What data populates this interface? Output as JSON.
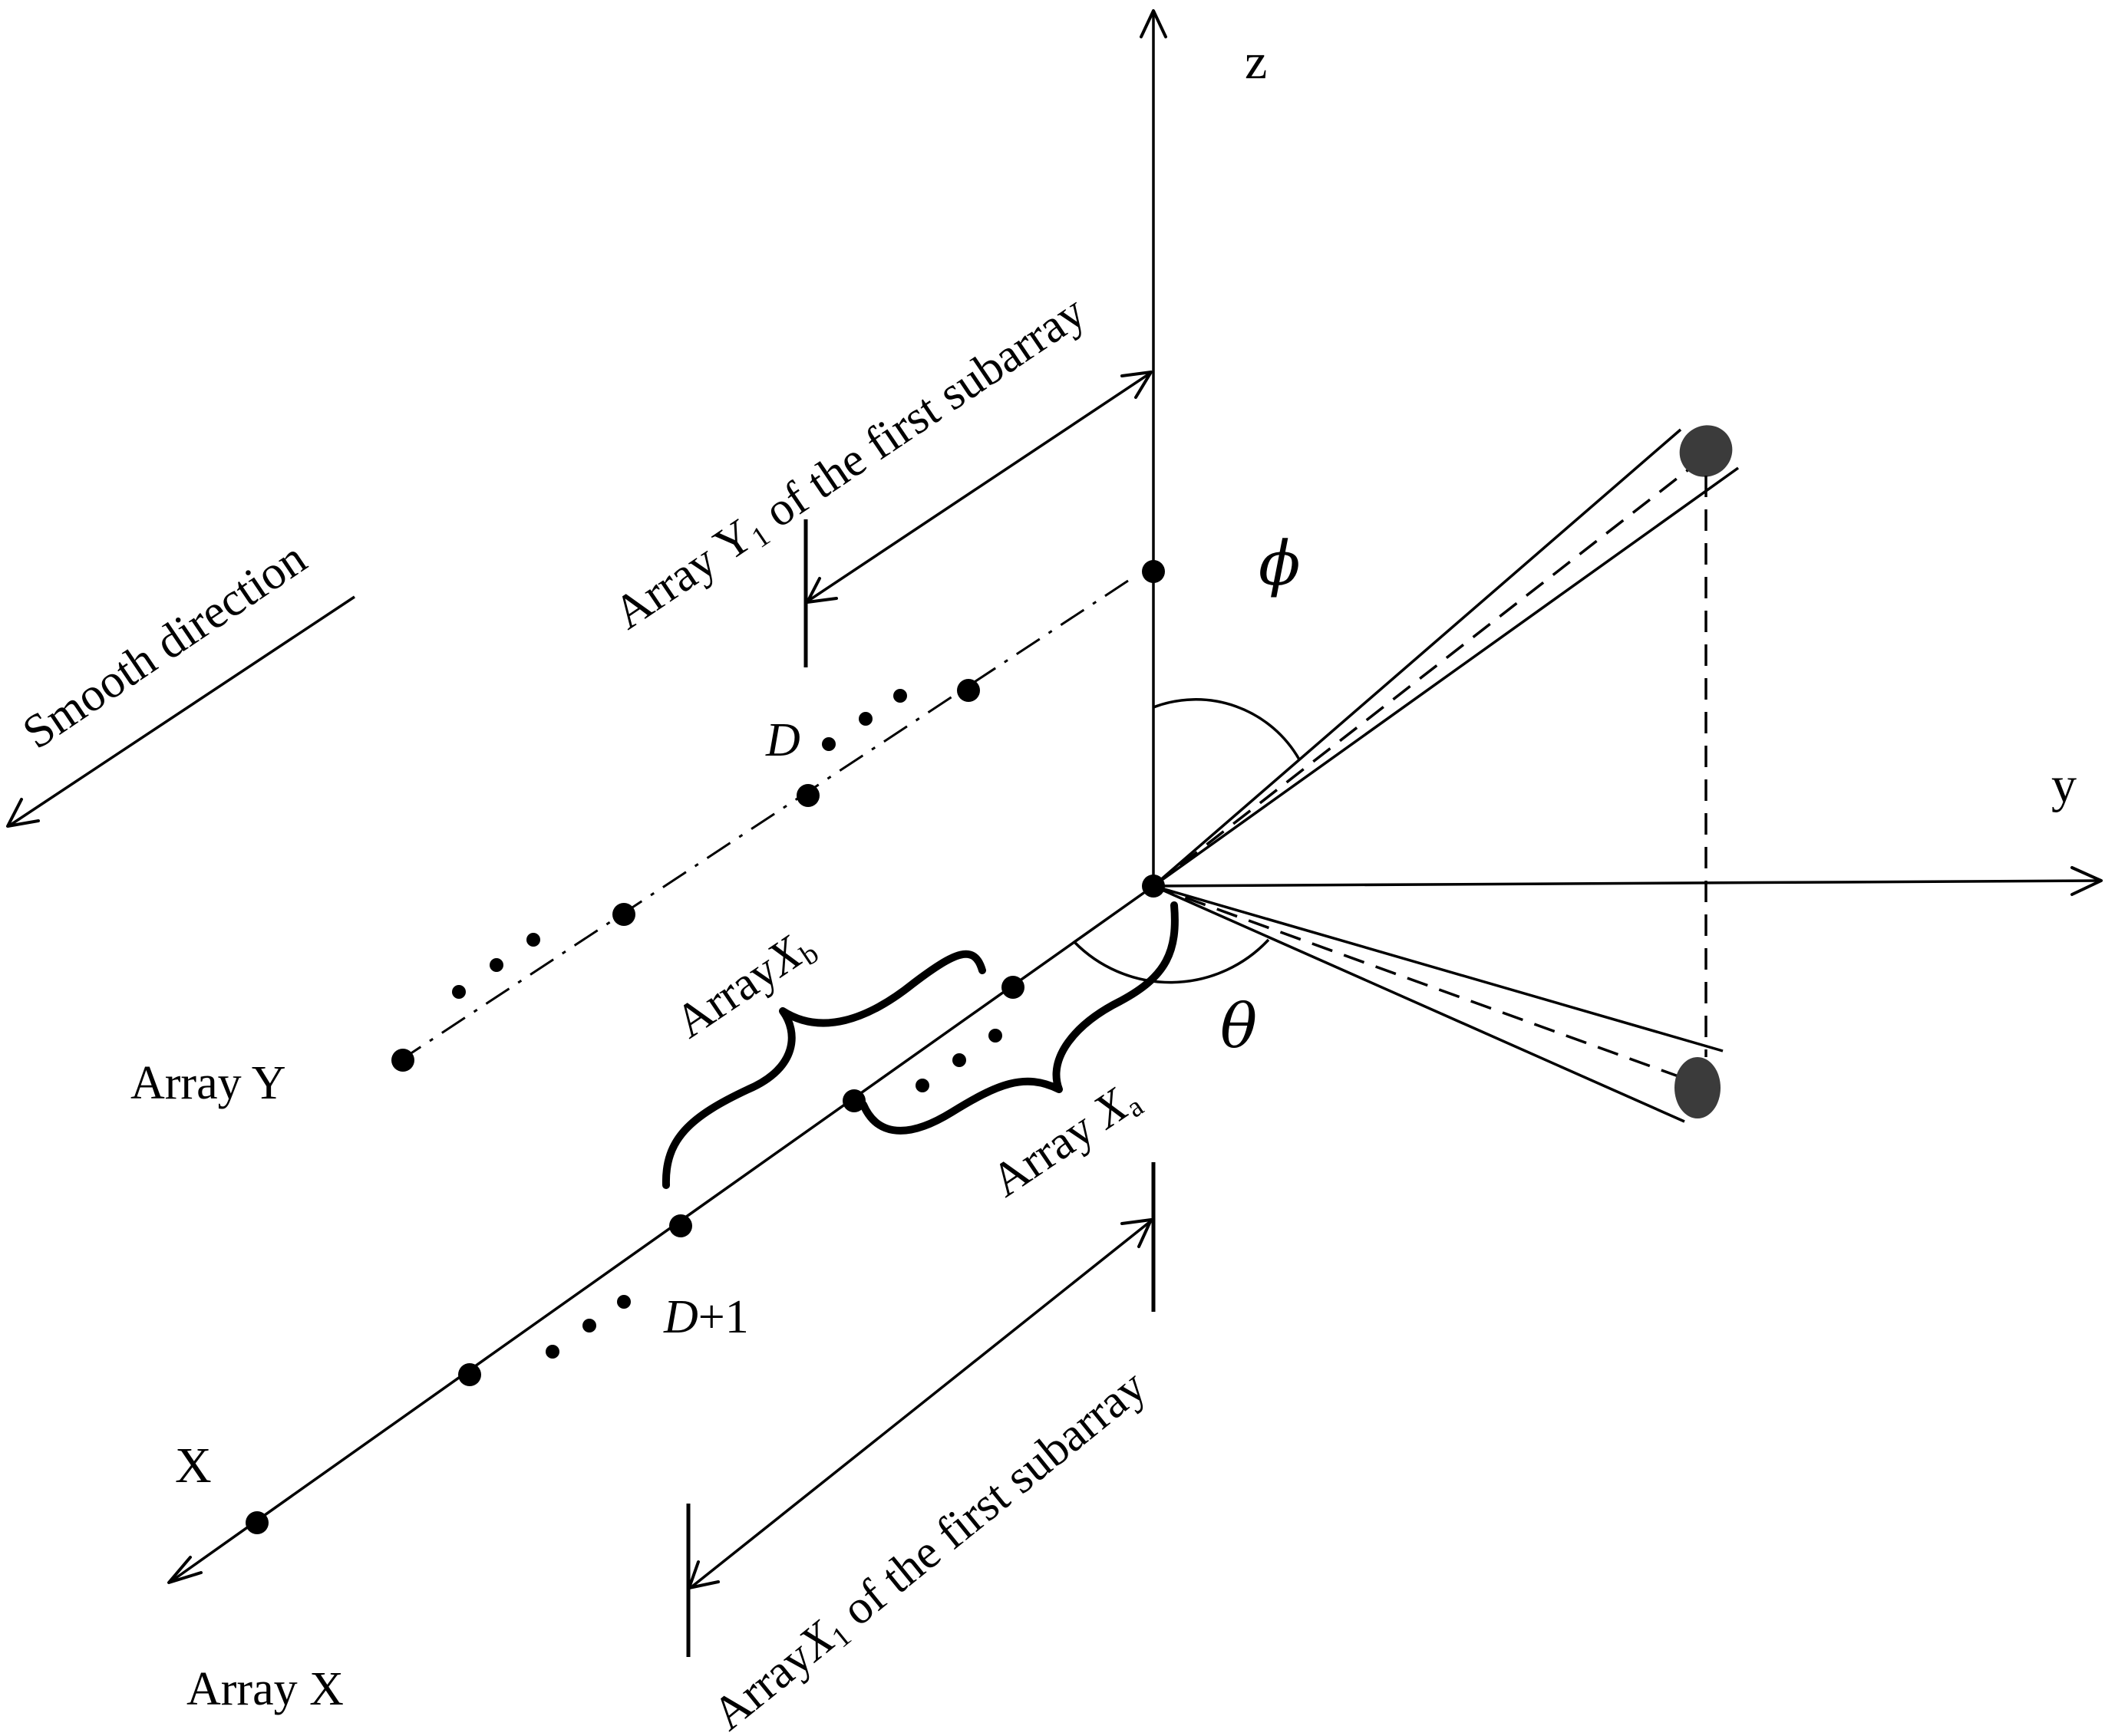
{
  "labels": {
    "axis_z": "z",
    "axis_y": "y",
    "axis_x": "X",
    "phi": "ϕ",
    "theta": "θ",
    "smooth_direction": "Smooth direction",
    "array_y1_main": "Array Y",
    "array_y1_sub": "1",
    "array_y1_rest": " of the first subarray",
    "array_x1_main": "Array",
    "array_x1_var": "X",
    "array_x1_sub": "1",
    "array_x1_rest": " of the first subarray",
    "array_xb_main": "Array",
    "array_xb_var": "X",
    "array_xb_sub": "b",
    "array_xa_main": "Array ",
    "array_xa_var": "X",
    "array_xa_sub": "a",
    "d_label": "D",
    "d_plus_var": "D",
    "d_plus_rest": "+1",
    "array_y_label": "Array Y",
    "array_x_label": "Array X"
  }
}
